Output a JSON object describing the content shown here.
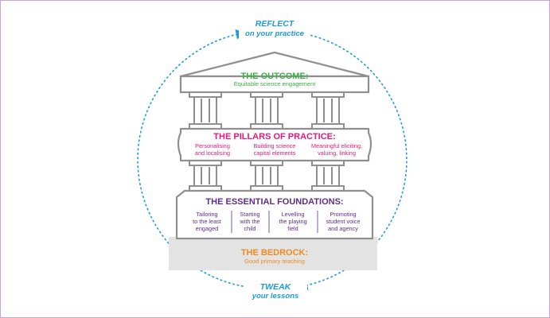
{
  "cycle": {
    "reflect": {
      "title": "REFLECT",
      "subtitle": "on your practice"
    },
    "tweak": {
      "title": "TWEAK",
      "subtitle": "your lessons"
    }
  },
  "outcome": {
    "title": "THE OUTCOME:",
    "subtitle": "Equitable science engagement"
  },
  "pillars": {
    "title": "THE PILLARS OF PRACTICE:",
    "items": [
      {
        "line1": "Personalising",
        "line2": "and localising"
      },
      {
        "line1": "Building science",
        "line2": "capital elements"
      },
      {
        "line1": "Meaningful eliciting,",
        "line2": "valuing, linking"
      }
    ]
  },
  "foundations": {
    "title": "THE ESSENTIAL FOUNDATIONS:",
    "items": [
      {
        "line1": "Tailoring",
        "line2": "to the least",
        "line3": "engaged"
      },
      {
        "line1": "Starting",
        "line2": "with the",
        "line3": "child"
      },
      {
        "line1": "Levelling",
        "line2": "the playing",
        "line3": "field"
      },
      {
        "line1": "Promoting",
        "line2": "student voice",
        "line3": "and agency"
      }
    ]
  },
  "bedrock": {
    "title": "THE BEDROCK:",
    "subtitle": "Good primary teaching"
  },
  "colors": {
    "cycle": "#1e9bd7",
    "outcome": "#3fae49",
    "pillars": "#e5197e",
    "foundations": "#5f2d8a",
    "bedrock": "#f08a1c",
    "structure_stroke": "#8f8f8f",
    "structure_fill": "#ffffff",
    "bedrock_fill": "#e3e3e3"
  }
}
